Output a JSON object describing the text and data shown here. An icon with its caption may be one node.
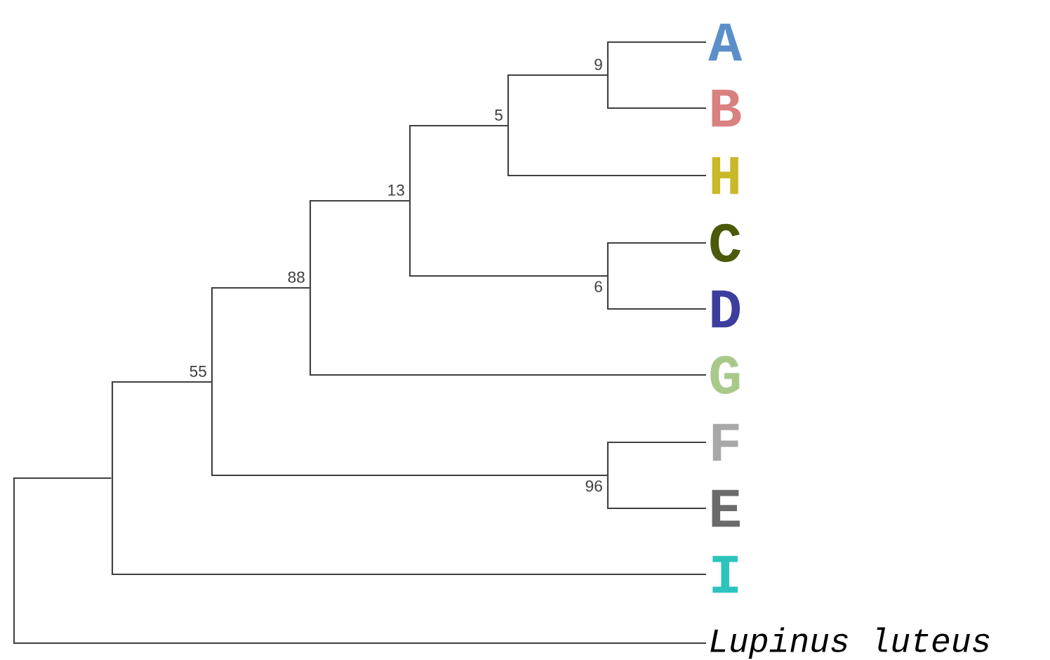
{
  "diagram": {
    "nodes": [
      {
        "text": [
          "A"
        ]
      },
      {
        "text": [
          "B"
        ]
      },
      {
        "text": [
          "H"
        ]
      },
      {
        "text": [
          "C"
        ]
      },
      {
        "text": [
          "D"
        ]
      },
      {
        "text": [
          "G"
        ]
      },
      {
        "text": [
          "F"
        ]
      },
      {
        "text": [
          "E"
        ]
      },
      {
        "text": [
          "I"
        ]
      },
      {
        "text": [
          "Lupinus luteus"
        ]
      },
      {
        "text": [
          "9"
        ]
      },
      {
        "text": [
          "5"
        ]
      },
      {
        "text": [
          "13"
        ]
      },
      {
        "text": [
          "6"
        ]
      },
      {
        "text": [
          "88"
        ]
      },
      {
        "text": [
          "96"
        ]
      },
      {
        "text": [
          "55"
        ]
      },
      {
        "text": [],
        "shape": "bar"
      },
      {
        "text": [],
        "shape": "bar"
      }
    ],
    "edges": [
      {
        "from": 10,
        "to": 0,
        "arrow": "none"
      },
      {
        "from": 10,
        "to": 1,
        "arrow": "none"
      },
      {
        "from": 11,
        "to": 10,
        "arrow": "none"
      },
      {
        "from": 11,
        "to": 2,
        "arrow": "none"
      },
      {
        "from": 13,
        "to": 3,
        "arrow": "none"
      },
      {
        "from": 13,
        "to": 4,
        "arrow": "none"
      },
      {
        "from": 12,
        "to": 11,
        "arrow": "none"
      },
      {
        "from": 12,
        "to": 13,
        "arrow": "none"
      },
      {
        "from": 14,
        "to": 12,
        "arrow": "none"
      },
      {
        "from": 14,
        "to": 5,
        "arrow": "none"
      },
      {
        "from": 15,
        "to": 6,
        "arrow": "none"
      },
      {
        "from": 15,
        "to": 7,
        "arrow": "none"
      },
      {
        "from": 16,
        "to": 14,
        "arrow": "none"
      },
      {
        "from": 16,
        "to": 15,
        "arrow": "none"
      },
      {
        "from": 18,
        "to": 16,
        "arrow": "none"
      },
      {
        "from": 18,
        "to": 8,
        "arrow": "none"
      },
      {
        "from": 17,
        "to": 18,
        "arrow": "none"
      },
      {
        "from": 17,
        "to": 9,
        "arrow": "none"
      }
    ]
  }
}
